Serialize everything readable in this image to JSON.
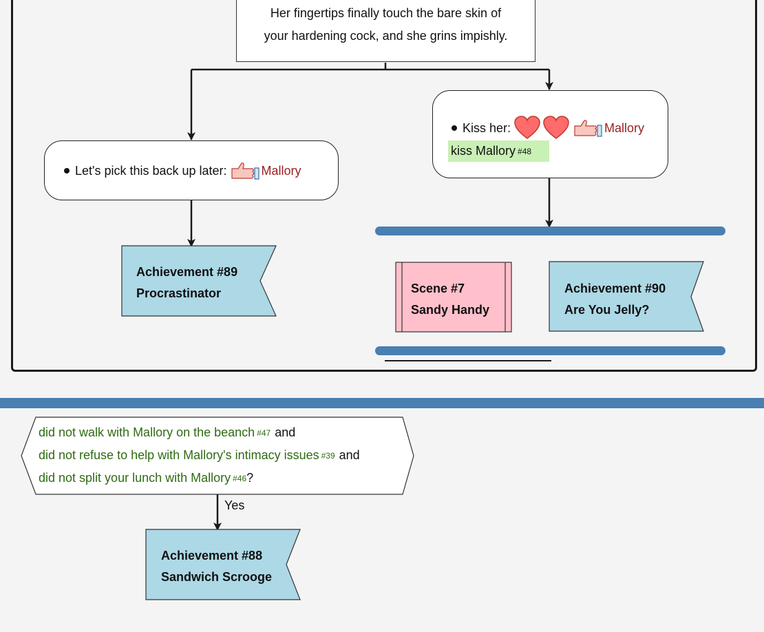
{
  "narration": {
    "line1": "Her fingertips finally touch the bare skin of",
    "line2": "your hardening cock, and she grins impishly."
  },
  "choice_left": {
    "text": "Let's pick this back up later:",
    "character": "Mallory",
    "icon": "thumbs-up-icon"
  },
  "choice_right": {
    "text": "Kiss her:",
    "character": "Mallory",
    "icons": [
      "heart-icon",
      "heart-icon",
      "thumbs-up-icon"
    ],
    "flag_text": "kiss Mallory",
    "flag_ref": "#48"
  },
  "achievement_89": {
    "line1": "Achievement #89",
    "line2": "Procrastinator"
  },
  "scene_7": {
    "line1": "Scene #7",
    "line2": "Sandy Handy"
  },
  "achievement_90": {
    "line1": "Achievement #90",
    "line2": "Are You Jelly?"
  },
  "condition": {
    "line1_text": "did not walk with Mallory on the beanch",
    "line1_ref": "#47",
    "line1_suffix": "and",
    "line2_text": "did not refuse to help with Mallory's intimacy issues",
    "line2_ref": "#39",
    "line2_suffix": "and",
    "line3_text": "did not split your lunch with Mallory",
    "line3_ref": "#46",
    "line3_suffix": "?"
  },
  "yes_label": "Yes",
  "achievement_88": {
    "line1": "Achievement #88",
    "line2": "Sandwich Scrooge"
  },
  "colors": {
    "achievement_fill": "#add8e6",
    "scene_fill": "#ffc0cb",
    "bar": "#4a7fb1",
    "flag_highlight": "#c9f0b5",
    "character_name": "#9a1f1f",
    "condition_text": "#2f6b14"
  }
}
